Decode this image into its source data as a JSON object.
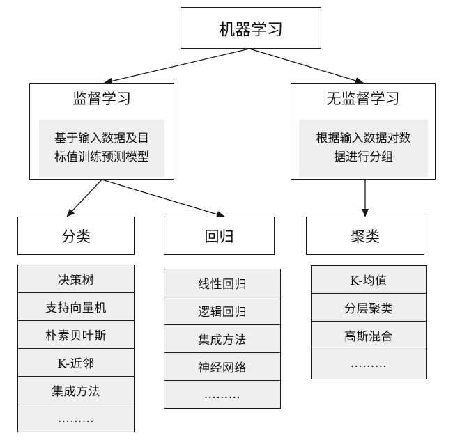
{
  "root": {
    "label": "机器学习"
  },
  "supervised": {
    "title": "监督学习",
    "desc_line1": "基于输入数据及目",
    "desc_line2": "标值训练预测模型"
  },
  "unsupervised": {
    "title": "无监督学习",
    "desc_line1": "根据输入数据对数",
    "desc_line2": "据进行分组"
  },
  "classification": {
    "label": "分类",
    "items": [
      "决策树",
      "支持向量机",
      "朴素贝叶斯",
      "K-近邻",
      "集成方法",
      "………"
    ]
  },
  "regression": {
    "label": "回归",
    "items": [
      "线性回归",
      "逻辑回归",
      "集成方法",
      "神经网络",
      "………"
    ]
  },
  "clustering": {
    "label": "聚类",
    "items": [
      "K-均值",
      "分层聚类",
      "高斯混合",
      "………"
    ]
  }
}
